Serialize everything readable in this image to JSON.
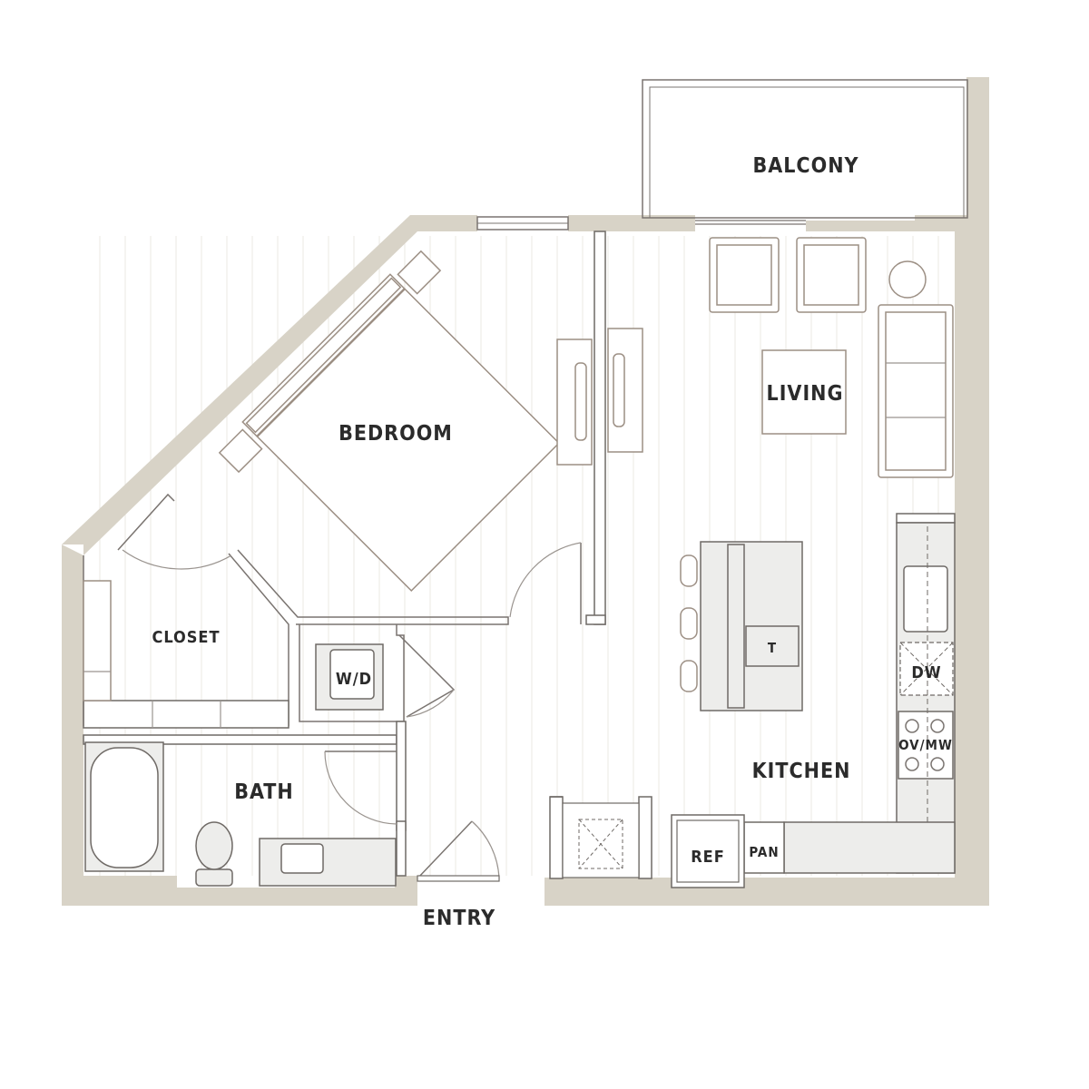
{
  "plan": {
    "rooms": {
      "balcony": "BALCONY",
      "bedroom": "BEDROOM",
      "living": "LIVING",
      "closet": "CLOSET",
      "bath": "BATH",
      "kitchen": "KITCHEN",
      "entry": "ENTRY"
    },
    "appliances": {
      "washer_dryer": "W/D",
      "dishwasher": "DW",
      "oven_microwave": "OV/MW",
      "refrigerator": "REF",
      "pantry": "PAN",
      "island_table": "T"
    }
  },
  "colors": {
    "wall": "#d8d3c7",
    "line": "#7a7470",
    "fixture_fill": "#ededeb",
    "label": "#2b2b2b"
  }
}
